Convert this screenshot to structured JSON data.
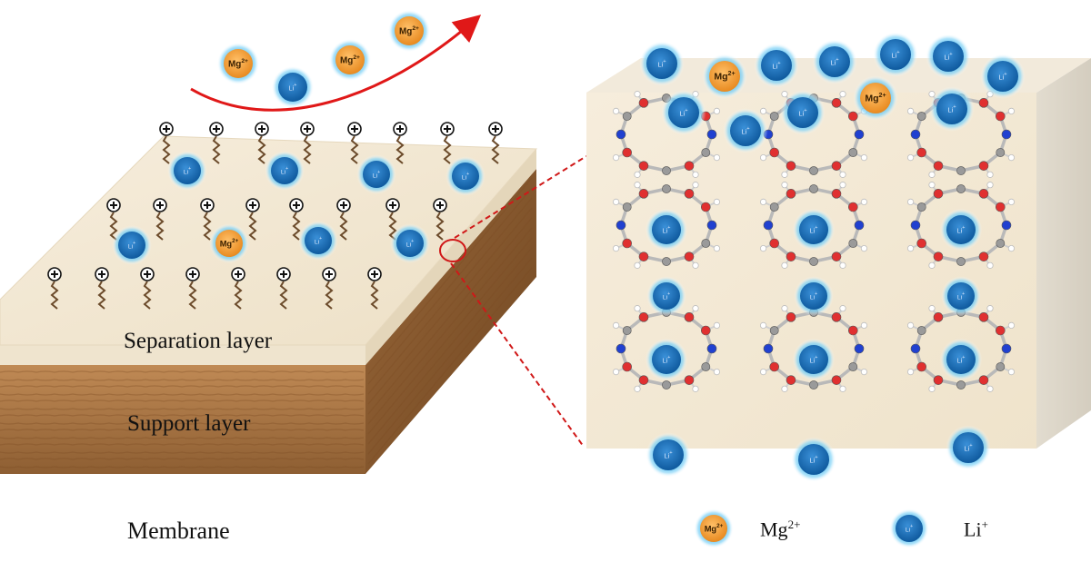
{
  "labels": {
    "separation_layer": "Separation layer",
    "support_layer": "Support layer",
    "membrane": "Membrane"
  },
  "ions": {
    "mg": {
      "base": "Mg",
      "charge": "2+",
      "color_core": "#f0a040",
      "color_glow": "#5cc8f5"
    },
    "li": {
      "base": "Li",
      "charge": "+",
      "color_core": "#1e72b8",
      "color_glow": "#5cc8f5"
    }
  },
  "legend": {
    "mg_label": "Mg",
    "mg_charge": "2+",
    "li_label": "Li",
    "li_charge": "+"
  },
  "colors": {
    "arrow": "#e01818",
    "zoom_line": "#d01818",
    "separation_top": "#f3ead8",
    "wood": "#a0703e",
    "oxygen": "#e03030",
    "nitrogen": "#2040d0",
    "carbon": "#9a9a9a",
    "hydrogen": "#ffffff"
  }
}
